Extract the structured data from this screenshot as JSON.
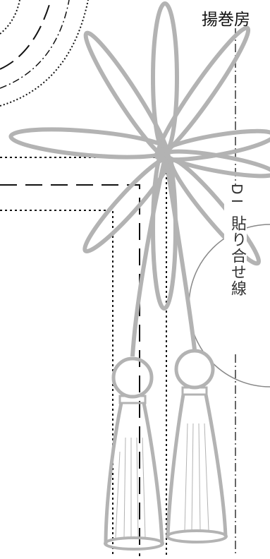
{
  "title": "揚巻房",
  "fold_label": "貼り合せ線",
  "fold_mark": "D I",
  "colors": {
    "ornament": "#b3b3b3",
    "guide": "#111111",
    "background": "#ffffff"
  }
}
